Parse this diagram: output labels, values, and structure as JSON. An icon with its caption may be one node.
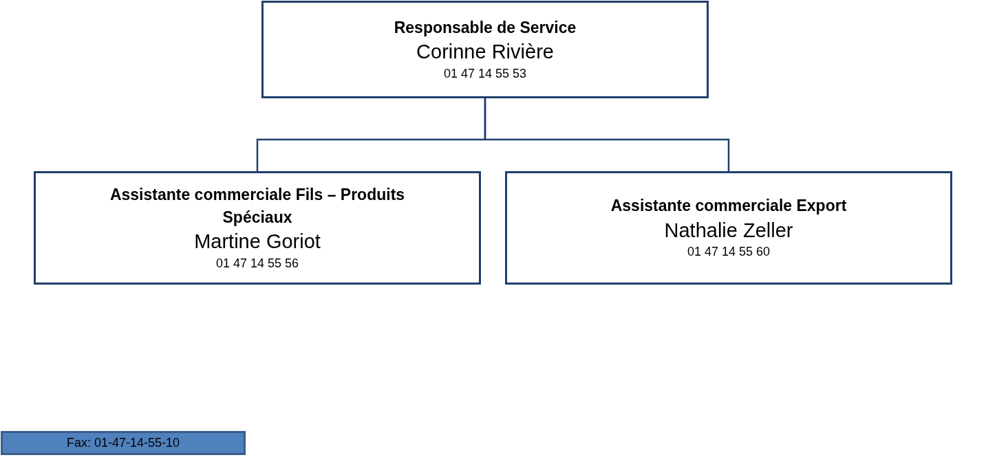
{
  "diagram": {
    "nodes": [
      {
        "text": [
          "Responsable de Service",
          "Corinne Rivière",
          "01 47 14 55 53"
        ]
      },
      {
        "text": [
          "Assistante commerciale Fils – Produits Spéciaux",
          "Martine Goriot",
          "01 47 14 55 56"
        ]
      },
      {
        "text": [
          "Assistante commerciale Export",
          "Nathalie Zeller",
          "01 47 14 55 60"
        ]
      },
      {
        "text": [
          "Fax: 01-47-14-55-10"
        ]
      }
    ],
    "edges": [
      {
        "from": 0,
        "to": 1,
        "arrow": "none"
      },
      {
        "from": 0,
        "to": 2,
        "arrow": "none"
      }
    ]
  }
}
